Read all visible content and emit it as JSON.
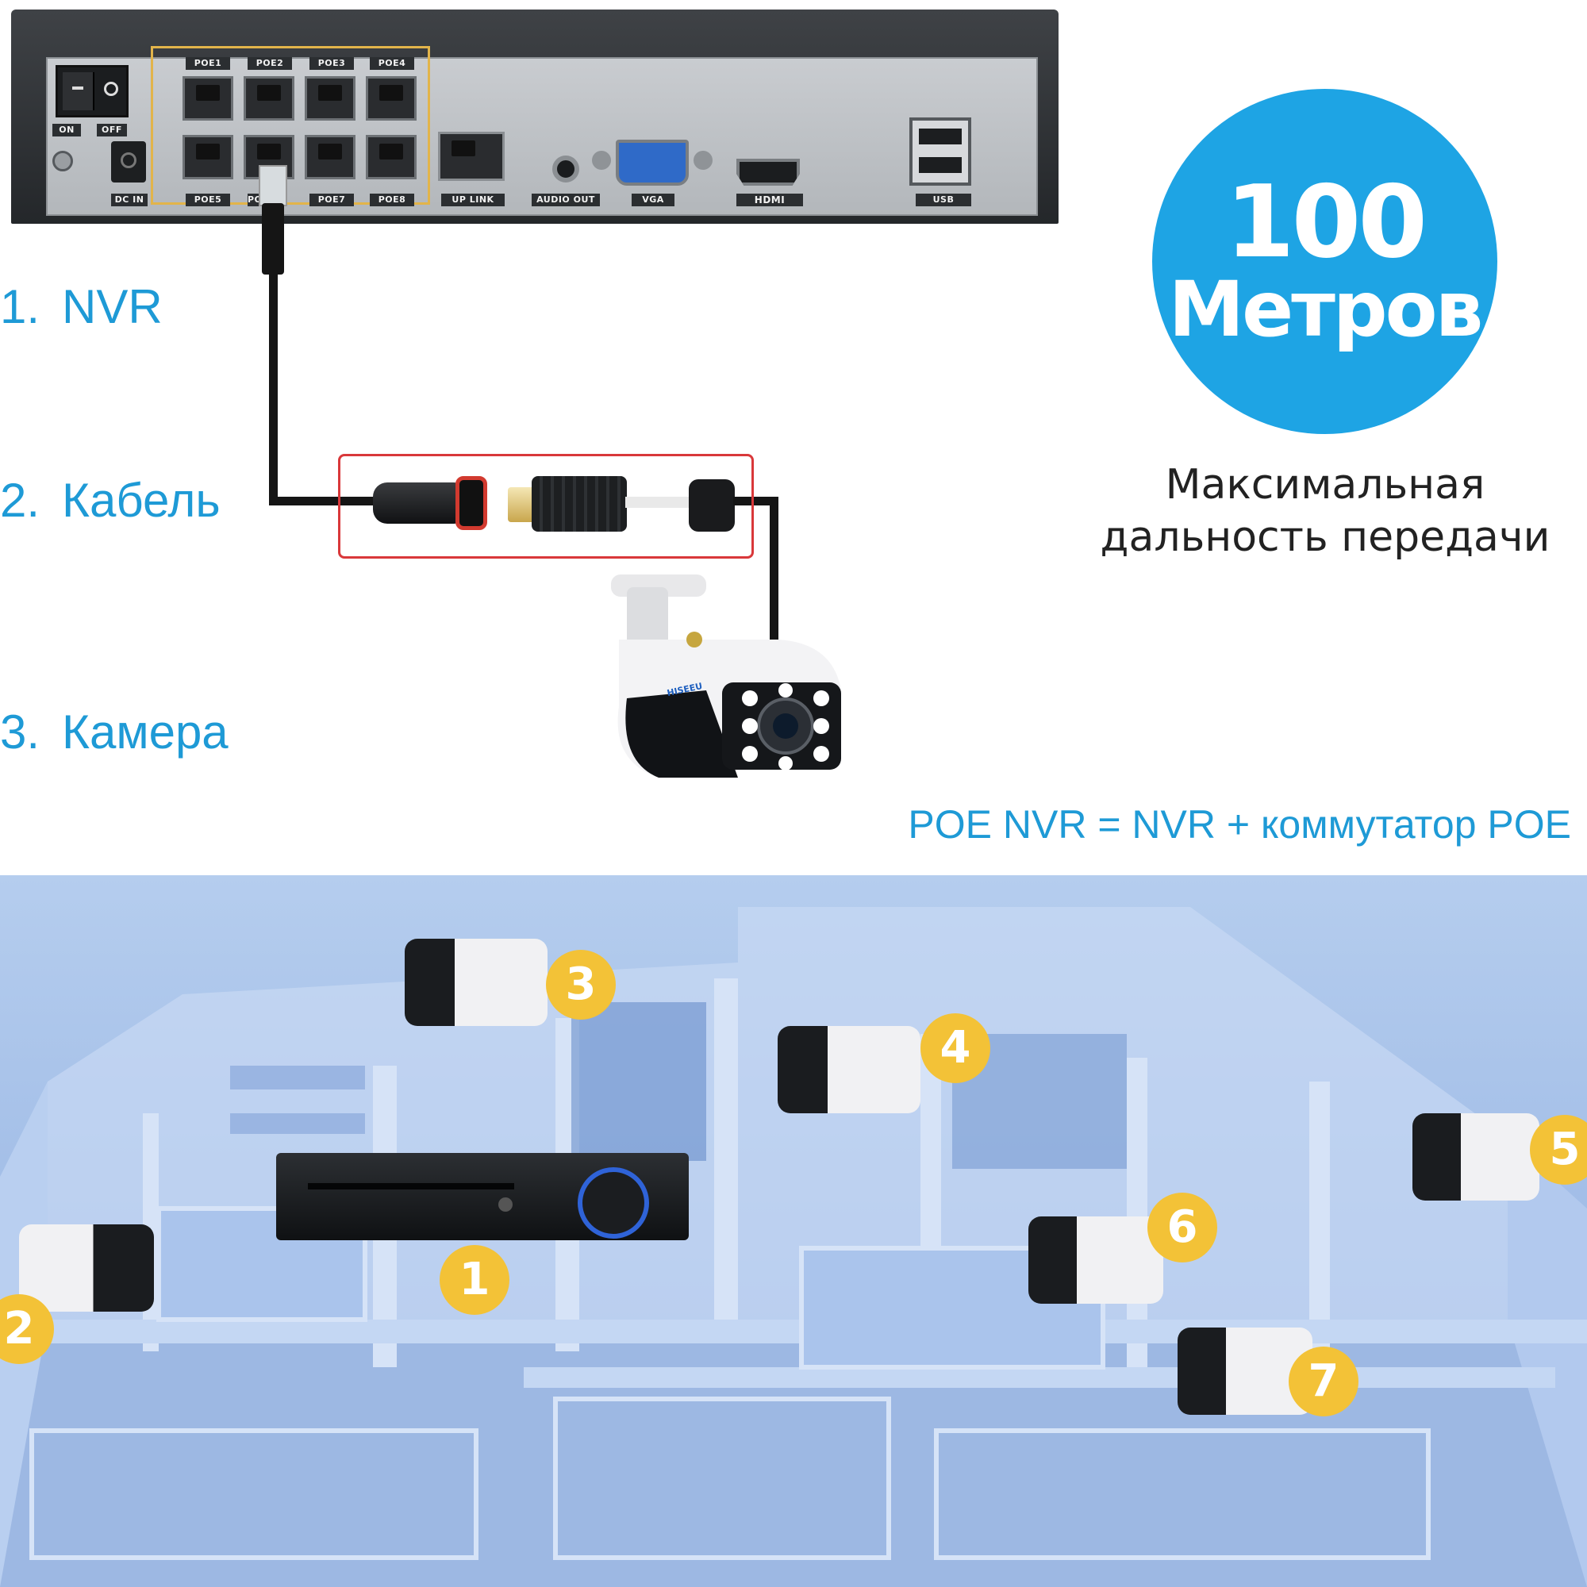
{
  "nvr": {
    "switch_on": "ON",
    "switch_off": "OFF",
    "ports_top": [
      "POE1",
      "POE2",
      "POE3",
      "POE4"
    ],
    "ports_bottom": [
      "POE5",
      "POE6",
      "POE7",
      "POE8"
    ],
    "dc_in": "DC IN",
    "uplink": "UP LINK",
    "audio_out": "AUDIO OUT",
    "vga": "VGA",
    "hdmi": "HDMI",
    "usb": "USB"
  },
  "steps": [
    {
      "num": "1.",
      "label": "NVR"
    },
    {
      "num": "2.",
      "label": "Кабель"
    },
    {
      "num": "3.",
      "label": "Камера"
    }
  ],
  "distance": {
    "value": "100",
    "unit": "Метров",
    "caption_line1": "Максимальная",
    "caption_line2": "дальность передачи"
  },
  "camera_brand": "HISEEU",
  "formula": "POE NVR = NVR + коммутатор POE",
  "badges": [
    "1",
    "2",
    "3",
    "4",
    "5",
    "6",
    "7"
  ],
  "colors": {
    "accent_blue": "#1e9ad6",
    "bubble_blue": "#1ea4e4",
    "badge_yellow": "#f3c237",
    "highlight_red": "#d9383a",
    "poe_frame": "#e2b44a"
  }
}
